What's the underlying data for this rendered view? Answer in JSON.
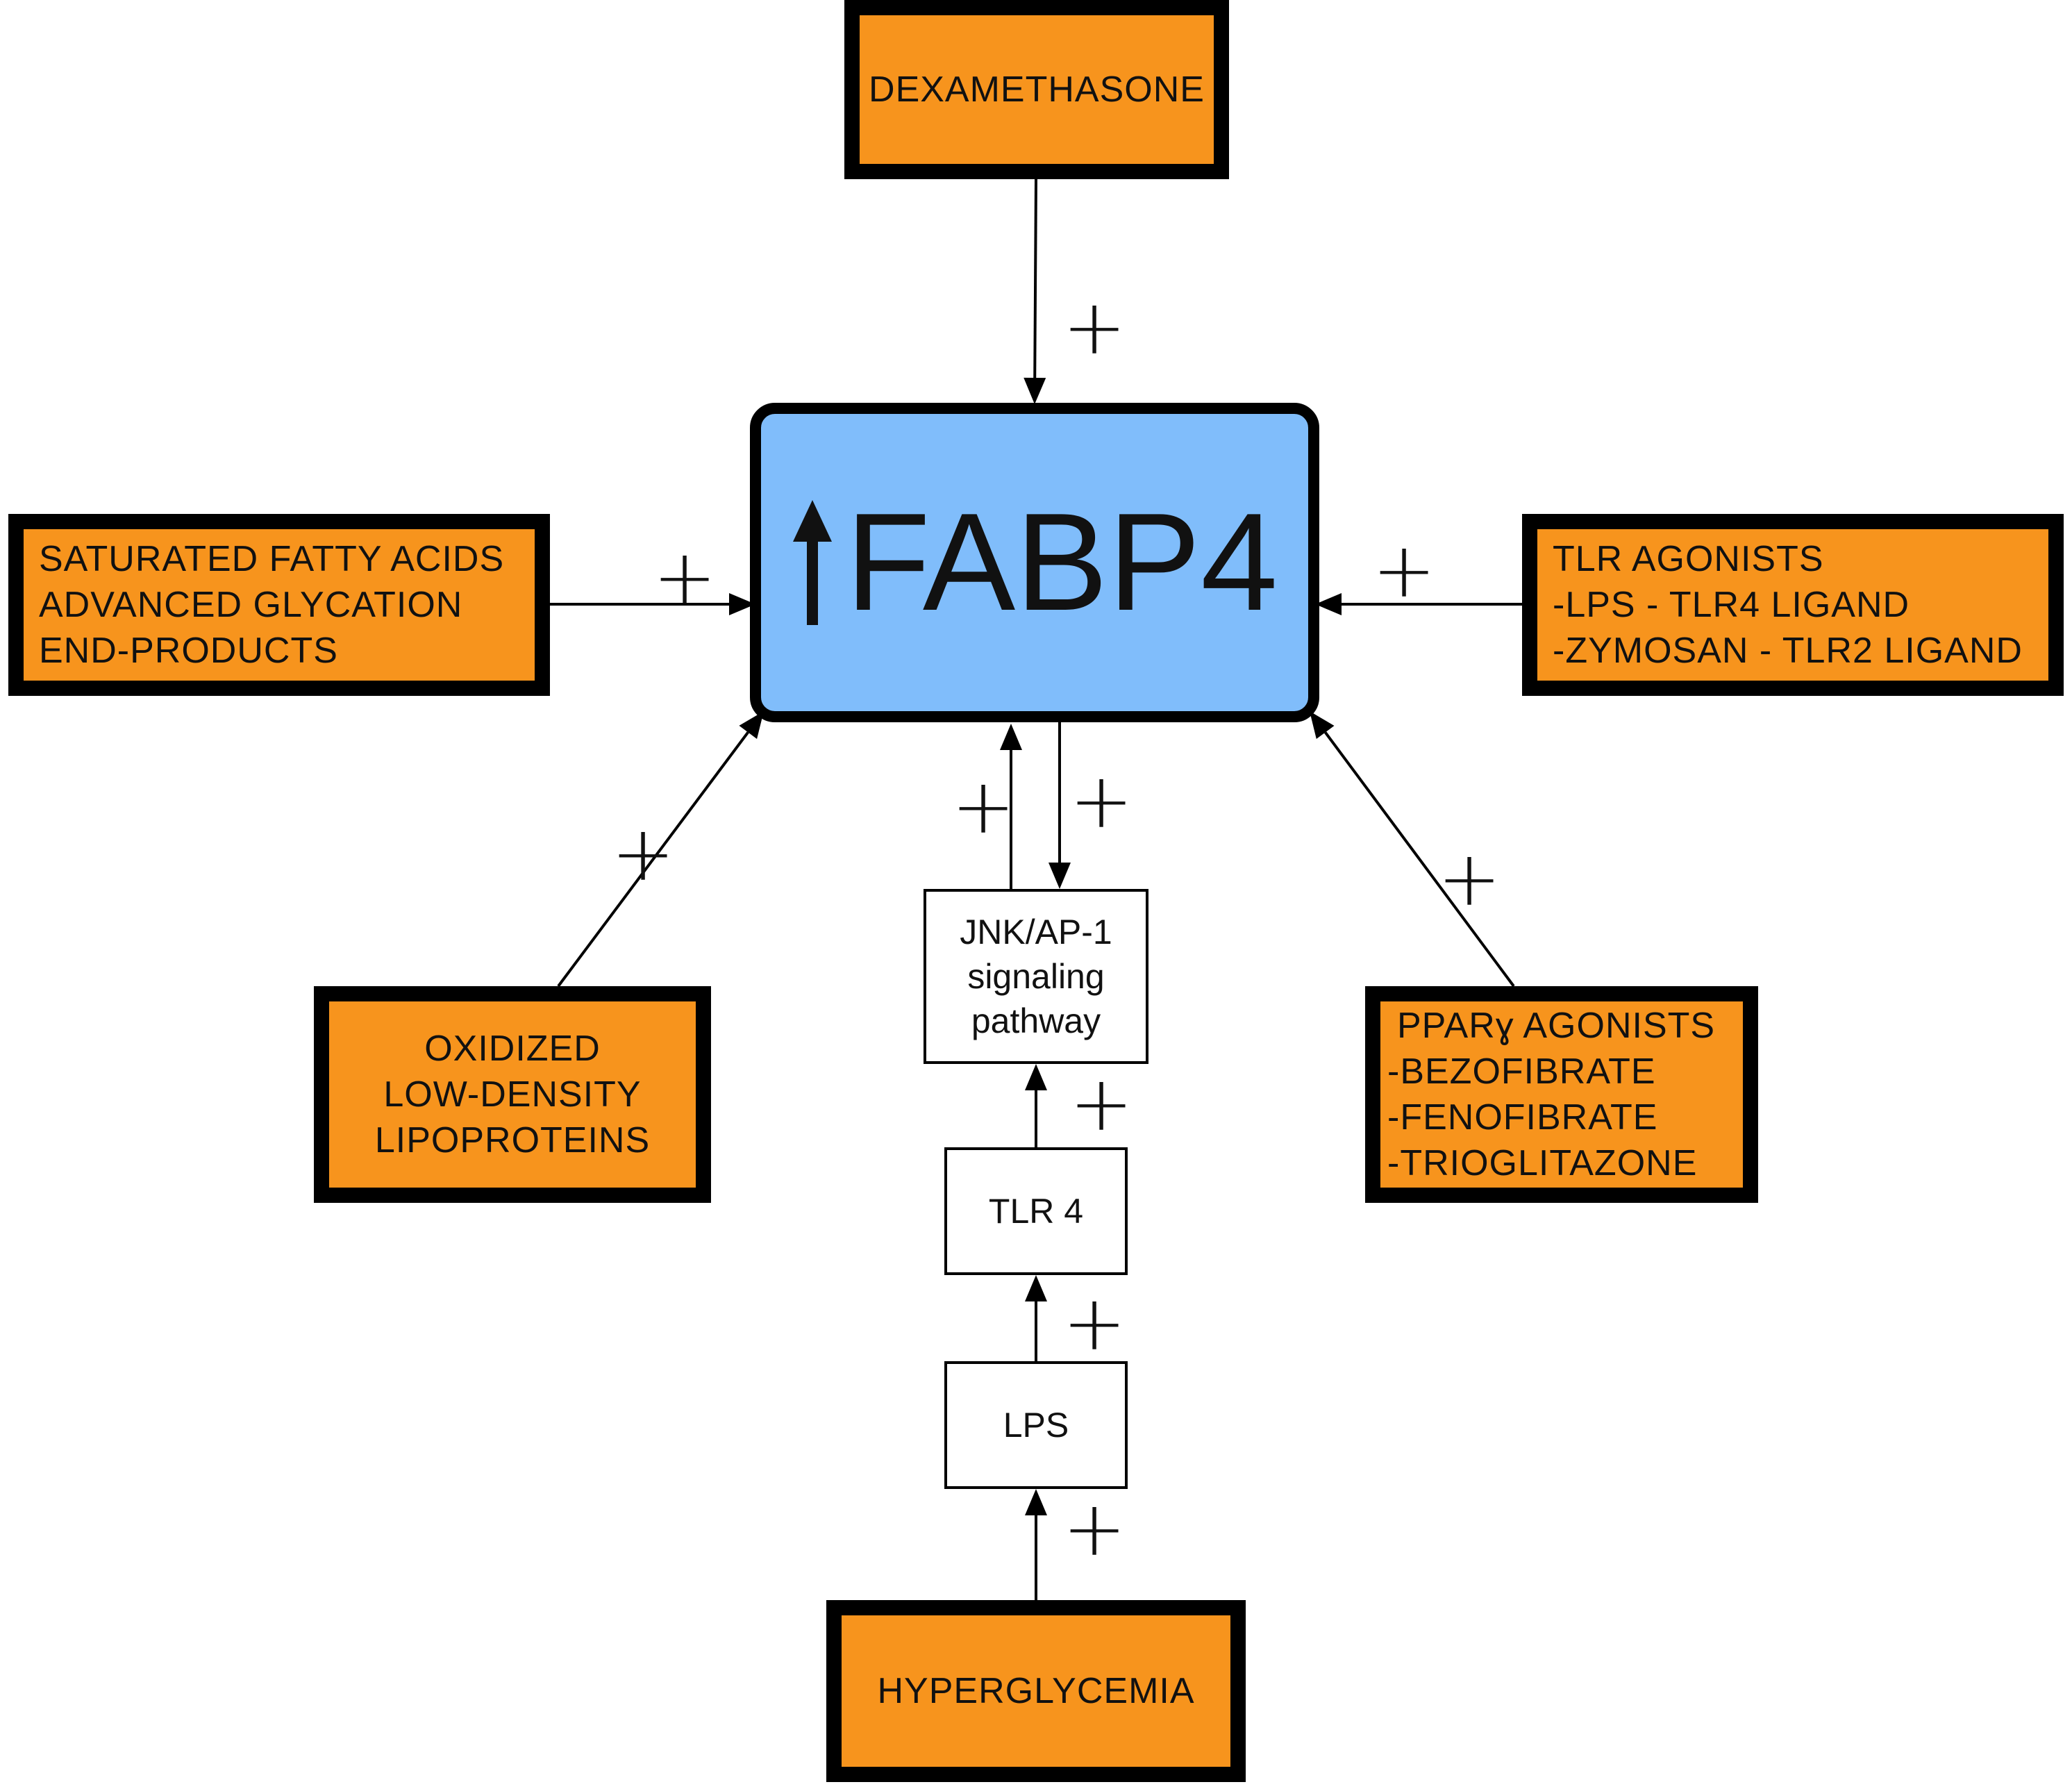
{
  "colors": {
    "source_box_fill": "#F7941D",
    "fabp4_fill": "#80BDFB",
    "outline": "#000000"
  },
  "central_node": {
    "label": "FABP4",
    "indicator_icon": "up-arrow-icon"
  },
  "nodes": {
    "dexamethasone": {
      "lines": [
        "DEXAMETHASONE"
      ]
    },
    "saturated": {
      "lines": [
        "SATURATED FATTY ACIDS",
        "ADVANCED GLYCATION",
        "END-PRODUCTS"
      ]
    },
    "tlr_agonists": {
      "lines": [
        "TLR AGONISTS",
        "-LPS - TLR4 LIGAND",
        "-ZYMOSAN - TLR2 LIGAND"
      ]
    },
    "oxldl": {
      "lines": [
        "OXIDIZED",
        "LOW-DENSITY",
        "LIPOPROTEINS"
      ]
    },
    "ppar": {
      "lines": [
        "PPARɣ AGONISTS",
        "-BEZOFIBRATE",
        "-FENOFIBRATE",
        "-TRIOGLITAZONE"
      ]
    },
    "hyperglycemia": {
      "lines": [
        "HYPERGLYCEMIA"
      ]
    },
    "jnk": {
      "lines": [
        "JNK/AP-1",
        "signaling",
        "pathway"
      ]
    },
    "tlr4": {
      "lines": [
        "TLR 4"
      ]
    },
    "lps": {
      "lines": [
        "LPS"
      ]
    }
  },
  "edge_sign": "+"
}
